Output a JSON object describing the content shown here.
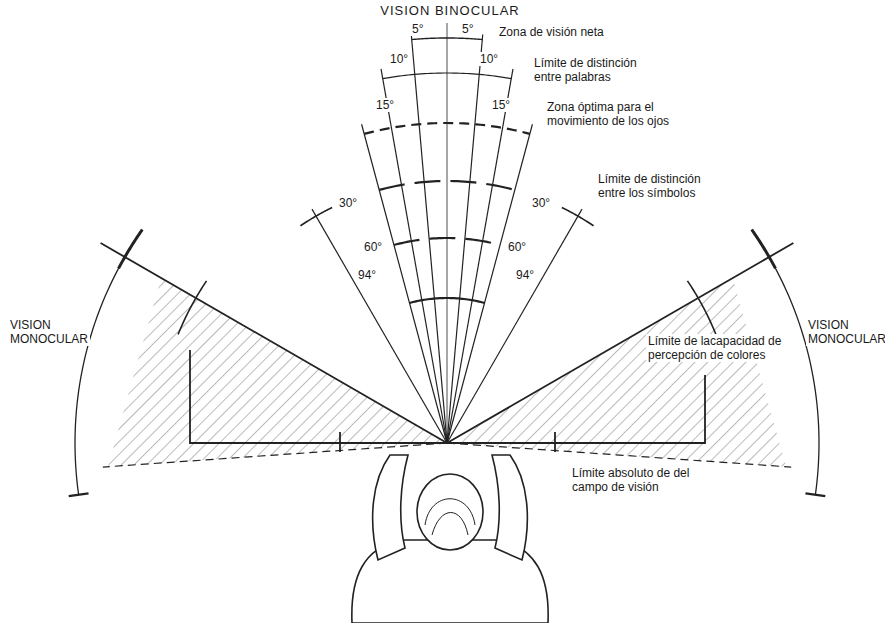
{
  "diagram": {
    "title": "VISION BINOCULAR",
    "labels": [
      "5°",
      "5°",
      "Zona de visión neta",
      "10°",
      "10°",
      "Límite de distinción entre palabras",
      "15°",
      "15°",
      "Zona óptima para el movimiento de los ojos",
      "30°",
      "30°",
      "Límite de distinción entre los símbolos",
      "60°",
      "60°",
      "94°",
      "94°",
      "Límite de lacapacidad de percepción de colores",
      "Límite absoluto de del campo de visión",
      "VISION MONOCULAR",
      "VISION MONOCULAR"
    ]
  }
}
